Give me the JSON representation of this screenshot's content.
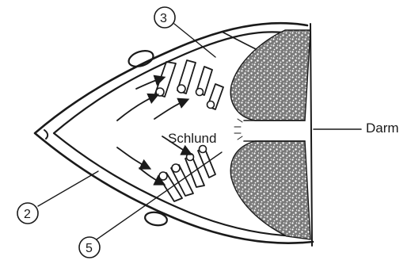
{
  "diagram": {
    "labels": {
      "pharynx": "Schlund",
      "intestine": "Darm"
    },
    "callouts": [
      "3",
      "2",
      "5"
    ]
  }
}
